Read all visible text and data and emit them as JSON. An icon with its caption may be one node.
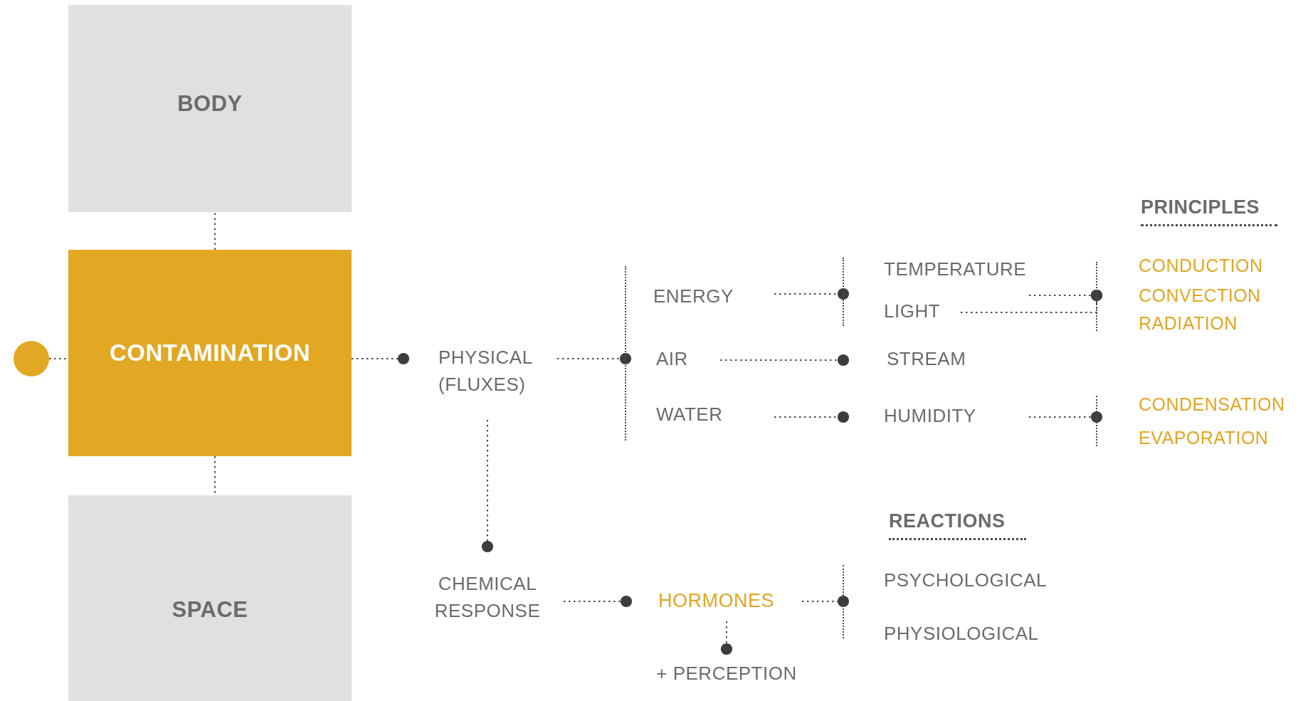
{
  "diagram": {
    "nodes": [
      {
        "text": [
          "BODY"
        ]
      },
      {
        "text": [
          "CONTAMINATION"
        ]
      },
      {
        "text": [
          "SPACE"
        ]
      },
      {
        "text": [],
        "shape": "circle"
      },
      {
        "text": [
          "PHYSICAL (FLUXES)"
        ]
      },
      {
        "text": [],
        "shape": "bar"
      },
      {
        "text": [
          "ENERGY"
        ]
      },
      {
        "text": [
          "AIR"
        ]
      },
      {
        "text": [
          "WATER"
        ]
      },
      {
        "text": [],
        "shape": "bar"
      },
      {
        "text": [
          "TEMPERATURE"
        ]
      },
      {
        "text": [
          "LIGHT"
        ]
      },
      {
        "text": [
          "STREAM"
        ]
      },
      {
        "text": [
          "HUMIDITY"
        ]
      },
      {
        "text": [],
        "shape": "bar"
      },
      {
        "text": [
          "CONDUCTION"
        ]
      },
      {
        "text": [
          "CONVECTION"
        ]
      },
      {
        "text": [
          "RADIATION"
        ]
      },
      {
        "text": [],
        "shape": "bar"
      },
      {
        "text": [
          "CONDENSATION"
        ]
      },
      {
        "text": [
          "EVAPORATION"
        ]
      },
      {
        "text": [
          "CHEMICAL RESPONSE"
        ]
      },
      {
        "text": [
          "HORMONES"
        ]
      },
      {
        "text": [],
        "shape": "bar"
      },
      {
        "text": [
          "PSYCHOLOGICAL"
        ]
      },
      {
        "text": [
          "PHYSIOLOGICAL"
        ]
      },
      {
        "text": [
          "+ PERCEPTION"
        ]
      }
    ],
    "edges": [
      {
        "from": 1,
        "to": 0,
        "arrow": "other"
      },
      {
        "from": 1,
        "to": 2,
        "arrow": "other"
      },
      {
        "from": 3,
        "to": 1,
        "arrow": "none"
      },
      {
        "from": 1,
        "to": 4,
        "arrow": "other"
      },
      {
        "from": 4,
        "to": 5,
        "arrow": "other"
      },
      {
        "from": 6,
        "to": 9,
        "arrow": "other"
      },
      {
        "from": 7,
        "to": 12,
        "arrow": "other"
      },
      {
        "from": 8,
        "to": 13,
        "arrow": "other"
      },
      {
        "from": 10,
        "to": 14,
        "arrow": "other"
      },
      {
        "from": 11,
        "to": 14,
        "arrow": "other"
      },
      {
        "from": 13,
        "to": 18,
        "arrow": "other"
      },
      {
        "from": 4,
        "to": 21,
        "arrow": "other"
      },
      {
        "from": 21,
        "to": 22,
        "arrow": "other"
      },
      {
        "from": 22,
        "to": 23,
        "arrow": "other"
      },
      {
        "from": 22,
        "to": 26,
        "arrow": "other"
      }
    ],
    "labels": [
      "PRINCIPLES",
      "REACTIONS"
    ]
  }
}
